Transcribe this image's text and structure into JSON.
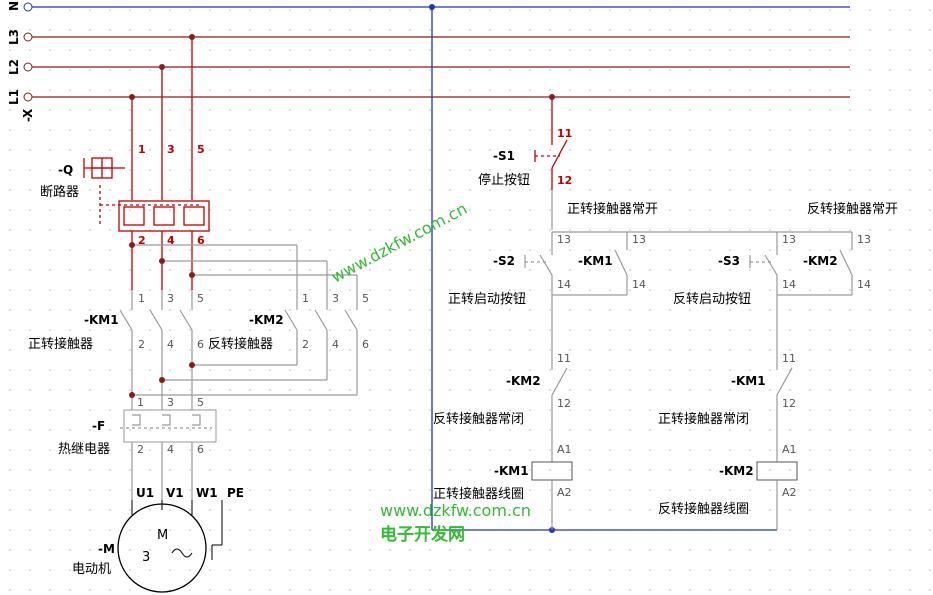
{
  "colors": {
    "mains": "#8b1a1a",
    "red": "#c00000",
    "wire": "#9a9a9a",
    "neutral": "#2233bb",
    "watermark": "#33bb33"
  },
  "mains": {
    "n": "N",
    "l1": "L1",
    "l2": "L2",
    "l3": "L3",
    "x": "-X"
  },
  "breaker": {
    "tag": "-Q",
    "label": "断路器",
    "top": [
      "1",
      "3",
      "5"
    ],
    "bottom": [
      "2",
      "4",
      "6"
    ]
  },
  "km1_main": {
    "tag": "-KM1",
    "label": "正转接触器",
    "top": [
      "1",
      "3",
      "5"
    ],
    "bottom": [
      "2",
      "4",
      "6"
    ]
  },
  "km2_main": {
    "tag": "-KM2",
    "label": "反转接触器",
    "top": [
      "1",
      "3",
      "5"
    ],
    "bottom": [
      "2",
      "4",
      "6"
    ]
  },
  "relay": {
    "tag": "-F",
    "label": "热继电器",
    "top": [
      "1",
      "3",
      "5"
    ],
    "bottom": [
      "2",
      "4",
      "6"
    ]
  },
  "motor": {
    "tag": "-M",
    "label": "电动机",
    "u": "U1",
    "v": "V1",
    "w": "W1",
    "pe": "PE",
    "m": "M",
    "phases": "3",
    "ac": "~"
  },
  "control": {
    "s1_tag": "-S1",
    "s1_label": "停止按钮",
    "s1_top": "11",
    "s1_bottom": "12",
    "no_fwd_label": "正转接触器常开",
    "no_rev_label": "反转接触器常开",
    "s2_tag": "-S2",
    "s2_label": "正转启动按钮",
    "s3_tag": "-S3",
    "s3_label": "反转启动按钮",
    "km1_aux": "-KM1",
    "km2_aux": "-KM2",
    "n13": "13",
    "n14": "14",
    "n11": "11",
    "n12": "12",
    "nc_rev_tag": "-KM2",
    "nc_rev_label": "反转接触器常闭",
    "nc_fwd_tag": "-KM1",
    "nc_fwd_label": "正转接触器常闭",
    "coil1_tag": "-KM1",
    "coil1_label": "正转接触器线圈",
    "coil2_tag": "-KM2",
    "coil2_label": "反转接触器线圈",
    "a1": "A1",
    "a2": "A2"
  },
  "watermark": {
    "diag": "www.dzkfw.com.cn",
    "url": "www.dzkfw.com.cn",
    "site": "电子开发网"
  }
}
